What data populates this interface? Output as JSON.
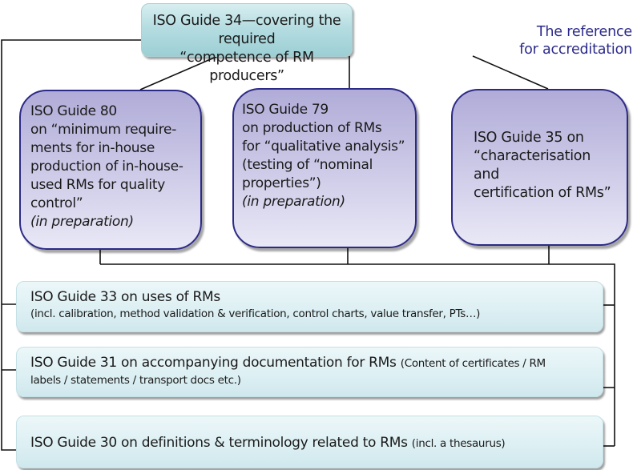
{
  "diagram": {
    "colors": {
      "top_box": "#b5dde1",
      "purple_box": "#c6c3e4",
      "purple_border": "#2c2a86",
      "blue_box": "#dceff3",
      "reference_text": "#2b2a8a",
      "connector": "#111111"
    },
    "top": {
      "line1": "ISO Guide 34—covering the required",
      "line2": "“competence of RM producers”"
    },
    "reference_label": {
      "line1": "The reference",
      "line2": "for accreditation"
    },
    "middle": [
      {
        "lines": [
          "ISO Guide 80",
          "on “minimum require-",
          "ments for in-house",
          "production of in-house-",
          "used RMs for quality",
          "control”"
        ],
        "status": "(in preparation)"
      },
      {
        "lines": [
          "ISO Guide 79",
          "on production of RMs",
          "for “qualitative analysis”",
          "(testing of “nominal",
          "properties”)"
        ],
        "status": "(in preparation)"
      },
      {
        "lines": [
          "ISO Guide 35  on",
          "“characterisation and",
          "certification of RMs”"
        ]
      }
    ],
    "bottom": [
      {
        "title": "ISO Guide 33 on uses of RMs",
        "detail": "(incl. calibration, method validation & verification, control charts, value transfer, PTs…)"
      },
      {
        "title": "ISO Guide 31 on accompanying documentation for RMs",
        "detail_inline": "(Content of certificates / RM",
        "detail": "labels / statements / transport docs etc.)"
      },
      {
        "title": "ISO Guide 30 on definitions & terminology related to RMs",
        "detail_inline": "(incl. a thesaurus)"
      }
    ]
  }
}
